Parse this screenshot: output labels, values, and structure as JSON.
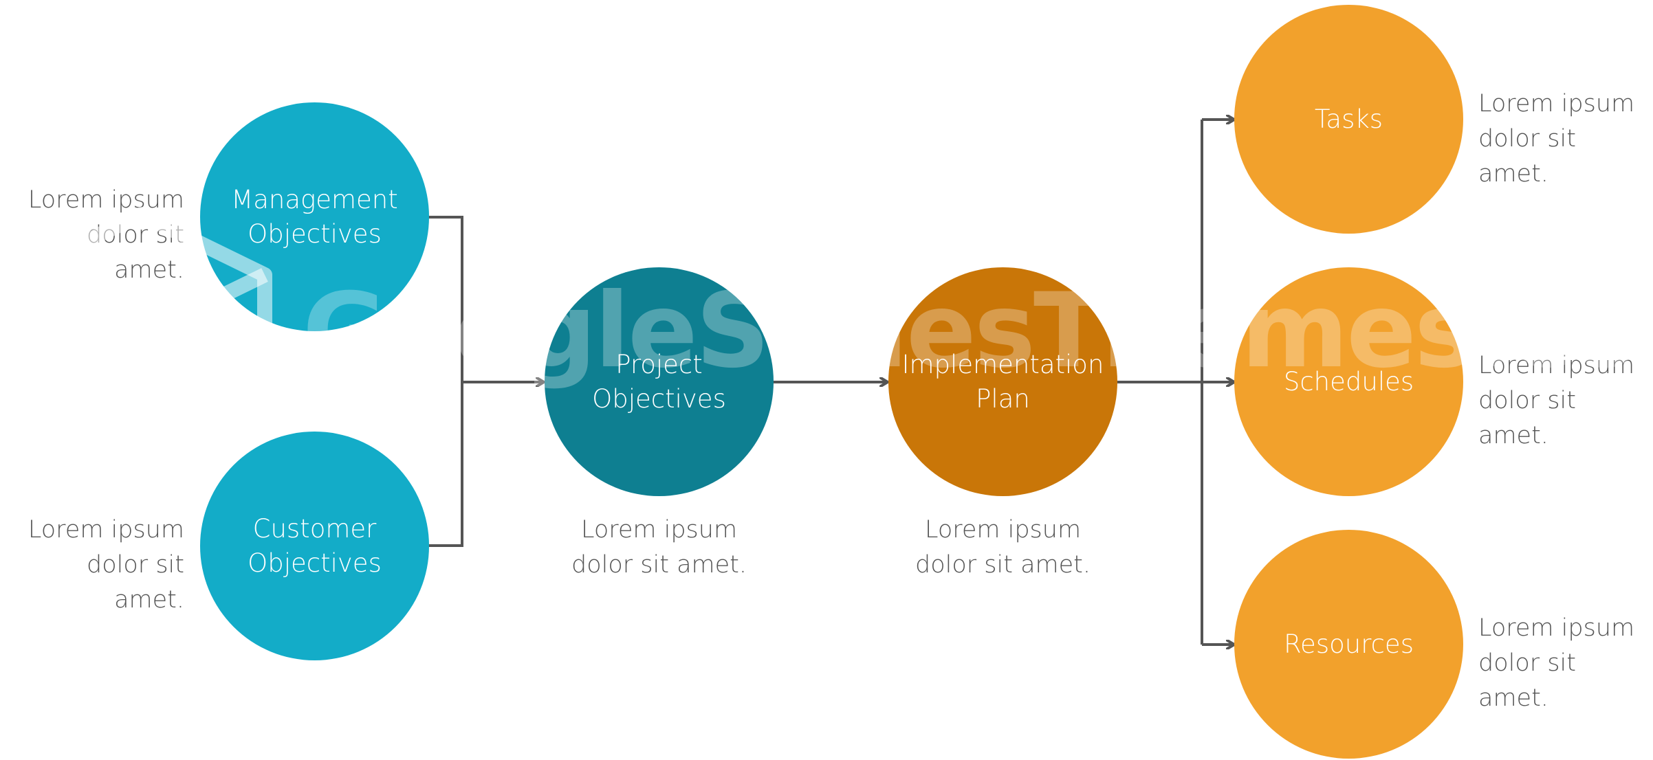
{
  "colors": {
    "teal_light": "#13ACC8",
    "teal_dark": "#0E7F91",
    "orange_dark": "#C97608",
    "orange_light": "#F2A12C",
    "connector": "#555555",
    "note_text": "#555555"
  },
  "watermark": {
    "text": "GoogleSlidesThemes.com"
  },
  "nodes": {
    "management": {
      "label": "Management\nObjectives",
      "note": "Lorem ipsum\ndolor sit amet."
    },
    "customer": {
      "label": "Customer\nObjectives",
      "note": "Lorem ipsum\ndolor sit amet."
    },
    "project": {
      "label": "Project\nObjectives",
      "note": "Lorem ipsum\ndolor sit amet."
    },
    "implementation": {
      "label": "Implementation\nPlan",
      "note": "Lorem ipsum\ndolor sit amet."
    },
    "tasks": {
      "label": "Tasks",
      "note": "Lorem ipsum\ndolor sit amet."
    },
    "schedules": {
      "label": "Schedules",
      "note": "Lorem ipsum\ndolor sit amet."
    },
    "resources": {
      "label": "Resources",
      "note": "Lorem ipsum\ndolor sit amet."
    }
  }
}
